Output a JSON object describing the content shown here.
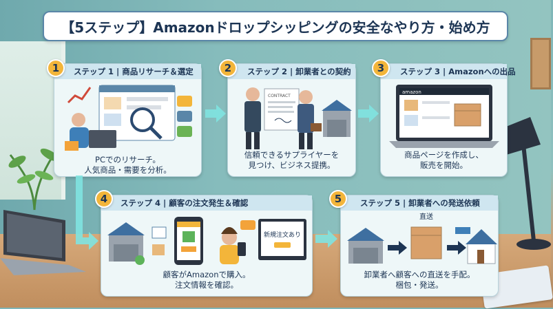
{
  "title": "【5ステップ】Amazonドロップシッピングの安全なやり方・始め方",
  "steps": [
    {
      "number": "1",
      "header": "ステップ 1 | 商品リサーチ＆選定",
      "desc_line1": "PCでのリサーチ。",
      "desc_line2": "人気商品・需要を分析。"
    },
    {
      "number": "2",
      "header": "ステップ 2 | 卸業者との契約",
      "desc_line1": "信頼できるサプライヤーを",
      "desc_line2": "見つけ、ビジネス提携。",
      "contract_label": "CONTRACT"
    },
    {
      "number": "3",
      "header": "ステップ 3 | Amazonへの出品",
      "desc_line1": "商品ページを作成し、",
      "desc_line2": "販売を開始。",
      "store_label": "amazon"
    },
    {
      "number": "4",
      "header": "ステップ 4 | 顧客の注文発生＆確認",
      "desc_line1": "顧客がAmazonで購入。",
      "desc_line2": "注文情報を確認。",
      "notification": "新規注文あり"
    },
    {
      "number": "5",
      "header": "ステップ 5 | 卸業者への発送依頼",
      "desc_line1": "卸業者へ顧客への直送を手配。",
      "desc_line2": "梱包・発送。",
      "direct_label": "直送"
    }
  ],
  "colors": {
    "number_badge": "#f3b53a",
    "header_bg": "#cfe6f0",
    "text": "#1d3554",
    "arrow": "#7fe3e0"
  }
}
